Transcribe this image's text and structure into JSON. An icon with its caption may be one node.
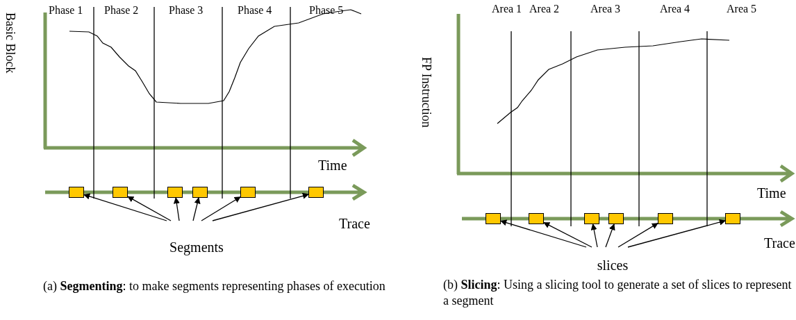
{
  "diagram": {
    "nodes": [
      {
        "text": [
          "Segments"
        ]
      },
      {
        "text": [],
        "shape": "box"
      },
      {
        "text": [],
        "shape": "box"
      },
      {
        "text": [],
        "shape": "box"
      },
      {
        "text": [],
        "shape": "box"
      },
      {
        "text": [],
        "shape": "box"
      },
      {
        "text": [],
        "shape": "box"
      },
      {
        "text": [
          "slices"
        ]
      },
      {
        "text": [],
        "shape": "box"
      },
      {
        "text": [],
        "shape": "box"
      },
      {
        "text": [],
        "shape": "box"
      },
      {
        "text": [],
        "shape": "box"
      },
      {
        "text": [],
        "shape": "box"
      },
      {
        "text": [],
        "shape": "box"
      }
    ],
    "edges": [
      {
        "from": 0,
        "to": 1,
        "arrow": "to"
      },
      {
        "from": 0,
        "to": 2,
        "arrow": "to"
      },
      {
        "from": 0,
        "to": 3,
        "arrow": "to"
      },
      {
        "from": 0,
        "to": 4,
        "arrow": "to"
      },
      {
        "from": 0,
        "to": 5,
        "arrow": "to"
      },
      {
        "from": 0,
        "to": 6,
        "arrow": "to"
      },
      {
        "from": 7,
        "to": 8,
        "arrow": "to"
      },
      {
        "from": 7,
        "to": 9,
        "arrow": "to"
      },
      {
        "from": 7,
        "to": 10,
        "arrow": "to"
      },
      {
        "from": 7,
        "to": 11,
        "arrow": "to"
      },
      {
        "from": 7,
        "to": 12,
        "arrow": "to"
      },
      {
        "from": 7,
        "to": 13,
        "arrow": "to"
      }
    ],
    "labels": [
      "Phase 1",
      "Phase 2",
      "Phase 3",
      "Phase 4",
      "Phase 5",
      "Basic Block",
      "Time",
      "Trace",
      "Area 1",
      "Area 2",
      "Area 3",
      "Area 4",
      "Area 5",
      "FP Instruction",
      "Time",
      "Trace",
      "(a) **Segmenting**: to make segments representing phases of execution",
      "(b) **Slicing**: Using a slicing tool to generate a set of slices to represent a segment"
    ]
  }
}
